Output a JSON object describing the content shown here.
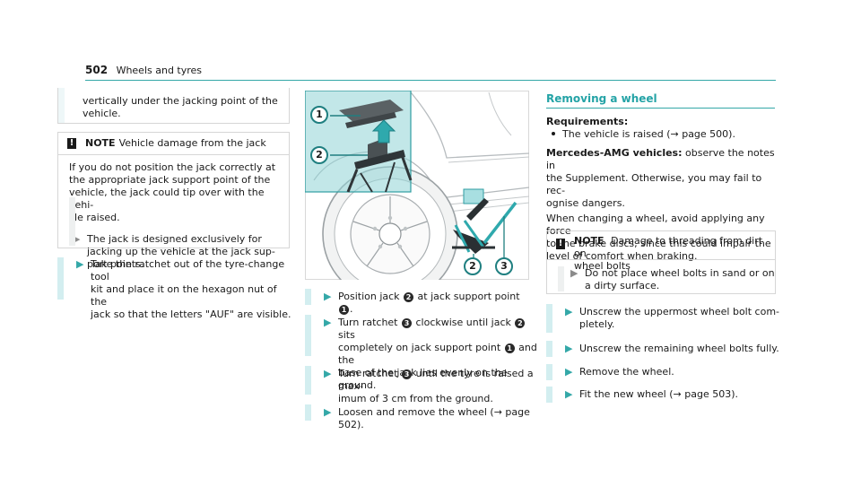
{
  "header": {
    "page_number": "502",
    "title": "Wheels and tyres"
  },
  "left": {
    "top_box_lines": [
      "vertically under the jacking point of the",
      "vehicle."
    ],
    "note": {
      "mark": "!",
      "label": "NOTE",
      "title": "Vehicle damage from the jack",
      "lines": [
        "If you do not position the jack correctly at",
        "the appropriate jack support point of the",
        "vehicle, the jack could tip over with the vehi-",
        "cle raised."
      ],
      "sub_lines": [
        "The jack is designed exclusively for",
        "jacking up the vehicle at the jack sup-",
        "port points."
      ]
    },
    "step_lines": [
      "Take the ratchet out of the tyre-change tool",
      "kit and place it on the hexagon nut of the",
      "jack so that the letters \"AUF\" are visible."
    ]
  },
  "figure": {
    "callouts": [
      "1",
      "2",
      "2",
      "3"
    ],
    "colors": {
      "accent": "#34a8a8",
      "callout_ring": "#1f7f80"
    }
  },
  "middle": {
    "step1": {
      "a": "Position jack",
      "n1": "2",
      "b": "at jack support point",
      "n2": "1",
      "c": "."
    },
    "step2": {
      "a": "Turn ratchet",
      "n1": "3",
      "b": "clockwise until jack",
      "n2": "2",
      "c": "sits",
      "l2a": "completely on jack support point",
      "n3": "1",
      "l2b": "and the",
      "l3": "base of the jack lies evenly on the ground."
    },
    "step3": {
      "a": "Turn ratchet",
      "n1": "3",
      "b": "until the tyre is raised a max-",
      "l2": "imum of 3 cm from the ground."
    },
    "step4": "Loosen and remove the wheel (→ page 502)."
  },
  "right": {
    "section_title": "Removing a wheel",
    "requirements_label": "Requirements:",
    "requirement": "The vehicle is raised (→ page 500).",
    "amg_label": "Mercedes-AMG vehicles:",
    "amg_lines": [
      "observe the notes in",
      "the Supplement. Otherwise, you may fail to rec-",
      "ognise dangers."
    ],
    "change_lines": [
      "When changing a wheel, avoid applying any force",
      "to the brake discs, since this could impair the",
      "level of comfort when braking."
    ],
    "note": {
      "mark": "!",
      "label": "NOTE",
      "title_lines": [
        "Damage to threading from dirt on",
        "wheel bolts"
      ],
      "sub_lines": [
        "Do not place wheel bolts in sand or on",
        "a dirty surface."
      ]
    },
    "steps": [
      [
        "Unscrew the uppermost wheel bolt com-",
        "pletely."
      ],
      [
        "Unscrew the remaining wheel bolts fully."
      ],
      [
        "Remove the wheel."
      ],
      [
        "Fit the new wheel (→ page 503)."
      ]
    ]
  }
}
